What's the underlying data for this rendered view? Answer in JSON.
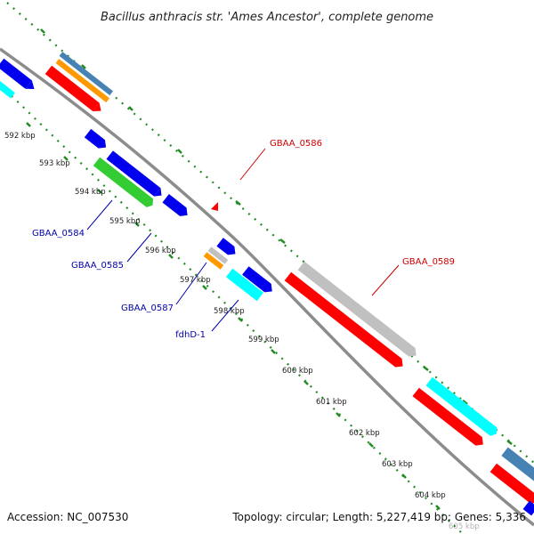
{
  "title": "Bacillus anthracis str. 'Ames Ancestor', complete genome",
  "ticks": [
    "592 kbp",
    "593 kbp",
    "594 kbp",
    "595 kbp",
    "596 kbp",
    "597 kbp",
    "598 kbp",
    "599 kbp",
    "600 kbp",
    "601 kbp",
    "602 kbp",
    "603 kbp",
    "604 kbp",
    "605 kbp"
  ],
  "gene_labels": {
    "gbaa_0584": "GBAA_0584",
    "gbaa_0585": "GBAA_0585",
    "gbaa_0586": "GBAA_0586",
    "gbaa_0587": "GBAA_0587",
    "fdhd_1": "fdhD-1",
    "gbaa_0589": "GBAA_0589"
  },
  "footer": {
    "accession": "Accession: NC_007530",
    "topology": "Topology: circular; Length: 5,227,419 bp; Genes: 5,336"
  },
  "colors": {
    "forward_label": "#cc0000",
    "reverse_label": "#0000aa",
    "backbone": "#808080",
    "gc_skew": "#228b22",
    "cds_red": "#ff0000",
    "cds_blue": "#0000ee",
    "cds_green": "#33cc33",
    "cds_cyan": "#00ffff",
    "cds_orange": "#ff9900",
    "cds_grey": "#c0c0c0",
    "cds_steel": "#4682b4"
  }
}
